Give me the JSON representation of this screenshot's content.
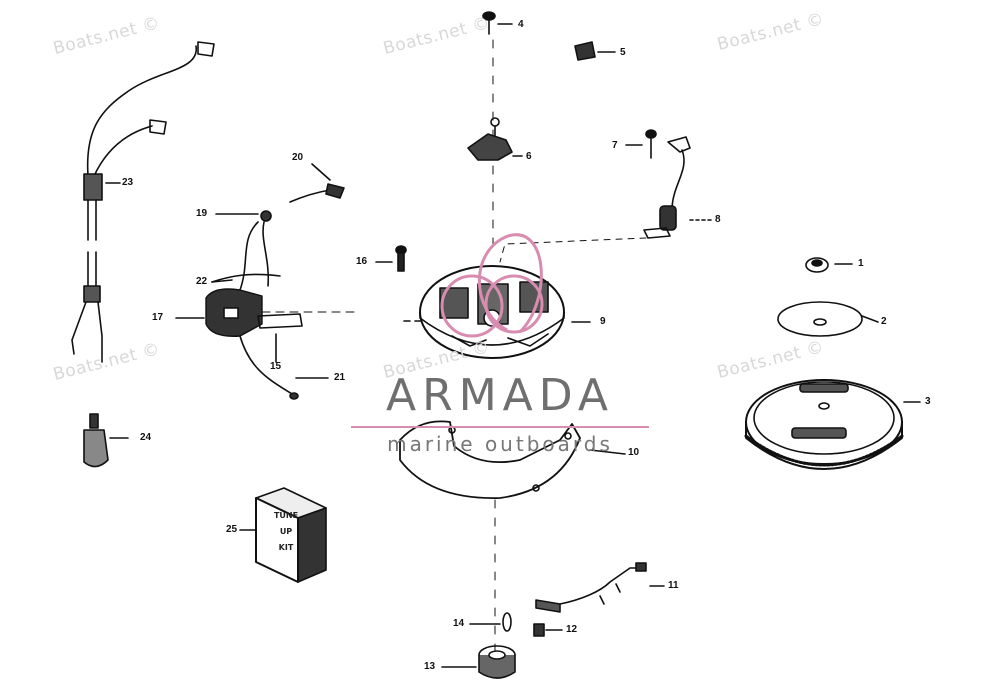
{
  "watermark": {
    "text": "Boats.net ©"
  },
  "brand": {
    "title": "ARMADA",
    "tagline": "marine outboards",
    "accent_color": "#d88cb0"
  },
  "kit_label": [
    "TUNE",
    "UP",
    "KIT"
  ],
  "callouts": {
    "p1": "1",
    "p2": "2",
    "p3": "3",
    "p4": "4",
    "p5": "5",
    "p6": "6",
    "p7": "7",
    "p8": "8",
    "p9": "9",
    "p10": "10",
    "p11": "11",
    "p12": "12",
    "p13": "13",
    "p14": "14",
    "p15": "15",
    "p16": "16",
    "p17": "17",
    "p19": "19",
    "p20": "20",
    "p21": "21",
    "p22": "22",
    "p23": "23",
    "p24": "24",
    "p25": "25"
  }
}
